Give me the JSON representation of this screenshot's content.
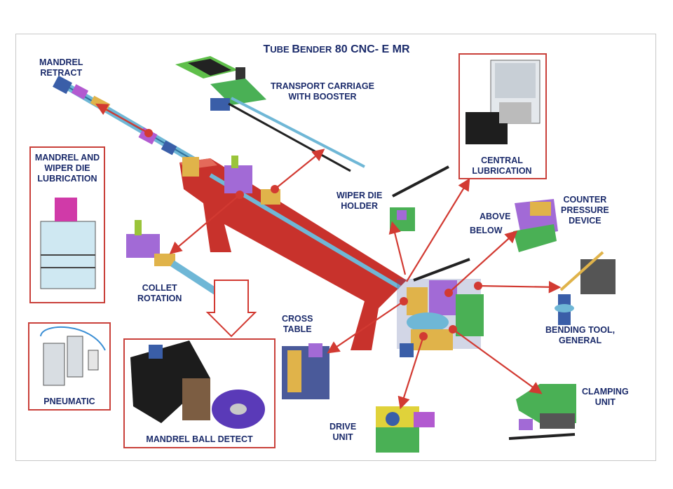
{
  "title": {
    "prefix": "T",
    "smallcaps": "UBE ",
    "prefix2": "B",
    "smallcaps2": "ENDER",
    "rest": " 80 CNC- E MR"
  },
  "labels": {
    "mandrel_retract": [
      "MANDREL",
      "RETRACT"
    ],
    "transport_carriage": [
      "TRANSPORT CARRIAGE",
      "WITH BOOSTER"
    ],
    "mandrel_wiper_lubrication": [
      "MANDREL AND",
      "WIPER DIE",
      "LUBRICATION"
    ],
    "central_lubrication": [
      "CENTRAL",
      "LUBRICATION"
    ],
    "wiper_die_holder": [
      "WIPER DIE",
      "HOLDER"
    ],
    "counter_pressure": [
      "COUNTER",
      "PRESSURE",
      "DEVICE"
    ],
    "above": "ABOVE",
    "below": "BELOW",
    "collet_rotation": [
      "COLLET",
      "ROTATION"
    ],
    "cross_table": [
      "CROSS",
      "TABLE"
    ],
    "bending_tool": [
      "BENDING TOOL,",
      "GENERAL"
    ],
    "pneumatic": "PNEUMATIC",
    "mandrel_ball_detect": "MANDREL BALL DETECT",
    "clamping_unit": [
      "CLAMPING",
      "UNIT"
    ],
    "drive_unit": [
      "DRIVE",
      "UNIT"
    ]
  },
  "colors": {
    "text": "#1b2b6b",
    "arrow": "#d23a32",
    "machine_red": "#c8322c",
    "box_border": "#c9403a"
  }
}
